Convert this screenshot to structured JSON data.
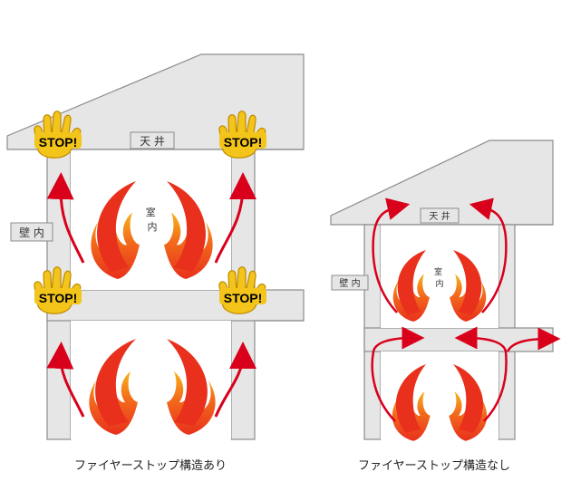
{
  "labels": {
    "ceiling": "天 井",
    "wall": "壁 内",
    "room": "室\n内",
    "stop": "STOP!"
  },
  "captions": {
    "with_firestop": "ファイヤーストップ構造あり",
    "without_firestop": "ファイヤーストップ構造なし"
  },
  "colors": {
    "structure_fill": "#e6e6e6",
    "structure_stroke": "#8c8c8c",
    "arrow": "#d9001b",
    "flame_outer": "#e8301c",
    "flame_inner": "#f7a21b",
    "hand": "#f3c51b",
    "hand_outline": "#c08a00"
  },
  "icons": [
    "hand-stop-icon",
    "flame-icon",
    "arrow-icon"
  ]
}
